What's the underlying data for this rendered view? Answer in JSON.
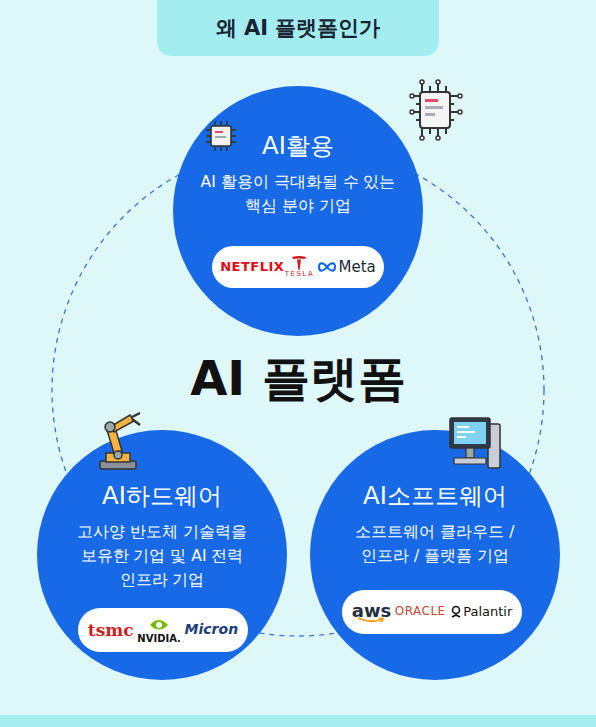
{
  "diagram": {
    "title": "왜 AI 플랫폼인가",
    "nodes": [
      {
        "text": [
          "AI활용",
          "AI 활용이 극대화될 수 있는 핵심 분야 기업"
        ]
      },
      {
        "text": [
          "NETFLIX",
          "TESLA",
          "Meta"
        ],
        "in": 0
      },
      {
        "text": [
          "AI하드웨어",
          "고사양 반도체 기술력을 보유한 기업 및 AI 전력 인프라 기업"
        ]
      },
      {
        "text": [
          "tsmc",
          "NVIDIA.",
          "Micron"
        ],
        "in": 2
      },
      {
        "text": [
          "AI소프트웨어",
          "소프트웨어 클라우드 / 인프라 / 플랫폼 기업"
        ]
      },
      {
        "text": [
          "aws",
          "ORACLE",
          "Palantir"
        ],
        "in": 4
      }
    ],
    "labels": [
      "AI 플랫폼"
    ]
  }
}
